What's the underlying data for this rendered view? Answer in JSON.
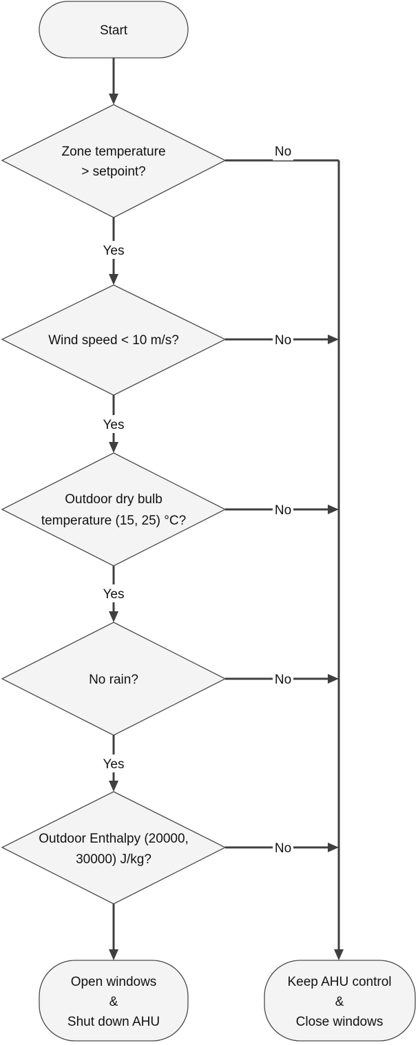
{
  "start": {
    "label": "Start"
  },
  "decisions": [
    {
      "line1": "Zone temperature",
      "line2": "> setpoint?"
    },
    {
      "line1": "Wind speed < 10 m/s?",
      "line2": ""
    },
    {
      "line1": "Outdoor dry bulb",
      "line2": "temperature (15, 25) °C?"
    },
    {
      "line1": "No rain?",
      "line2": ""
    },
    {
      "line1": "Outdoor Enthalpy (20000,",
      "line2": "30000) J/kg?"
    }
  ],
  "yes_label": "Yes",
  "no_label": "No",
  "end_open": {
    "line1": "Open windows",
    "line2": "&",
    "line3": "Shut down AHU"
  },
  "end_keep": {
    "line1": "Keep AHU control",
    "line2": "&",
    "line3": "Close windows"
  },
  "colors": {
    "fill": "#f4f4f4",
    "stroke": "#4a4a4a",
    "connector": "#3f3f3f"
  }
}
